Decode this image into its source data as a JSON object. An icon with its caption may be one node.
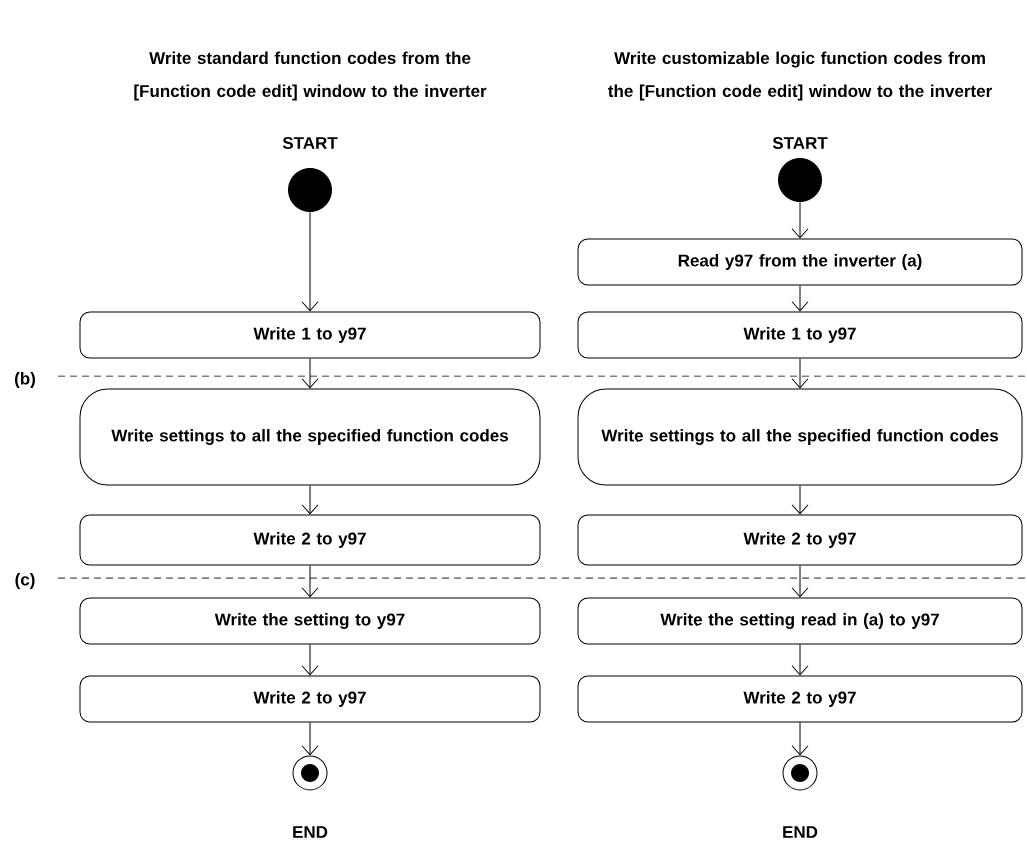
{
  "diagram": {
    "nodes": [
      {
        "text": [
          "START"
        ]
      },
      {
        "text": [
          "Write 1 to y97"
        ]
      },
      {
        "text": [
          "Write settings to all the specified function codes"
        ]
      },
      {
        "text": [
          "Write 2 to y97"
        ]
      },
      {
        "text": [
          "Write the setting to y97"
        ]
      },
      {
        "text": [
          "Write 2 to y97"
        ]
      },
      {
        "text": [
          "END"
        ]
      },
      {
        "text": [
          "START"
        ]
      },
      {
        "text": [
          "Read y97 from the inverter (a)"
        ]
      },
      {
        "text": [
          "Write 1 to y97"
        ]
      },
      {
        "text": [
          "Write settings to all the specified function codes"
        ]
      },
      {
        "text": [
          "Write 2 to y97"
        ]
      },
      {
        "text": [
          "Write the setting read in (a) to y97"
        ]
      },
      {
        "text": [
          "Write 2 to y97"
        ]
      },
      {
        "text": [
          "END"
        ]
      }
    ],
    "edges": [
      {
        "from": 0,
        "to": 1,
        "arrow": "to"
      },
      {
        "from": 1,
        "to": 2,
        "arrow": "to"
      },
      {
        "from": 2,
        "to": 3,
        "arrow": "to"
      },
      {
        "from": 3,
        "to": 4,
        "arrow": "to"
      },
      {
        "from": 4,
        "to": 5,
        "arrow": "to"
      },
      {
        "from": 5,
        "to": 6,
        "arrow": "to"
      },
      {
        "from": 7,
        "to": 8,
        "arrow": "to"
      },
      {
        "from": 8,
        "to": 9,
        "arrow": "to"
      },
      {
        "from": 9,
        "to": 10,
        "arrow": "to"
      },
      {
        "from": 10,
        "to": 11,
        "arrow": "to"
      },
      {
        "from": 11,
        "to": 12,
        "arrow": "to"
      },
      {
        "from": 12,
        "to": 13,
        "arrow": "to"
      },
      {
        "from": 13,
        "to": 14,
        "arrow": "to"
      }
    ],
    "labels": [
      "Write standard function codes from the [Function code edit] window to the inverter",
      "Write customizable logic function codes from the [Function code edit] window to the inverter",
      "(b)",
      "(c)"
    ]
  }
}
